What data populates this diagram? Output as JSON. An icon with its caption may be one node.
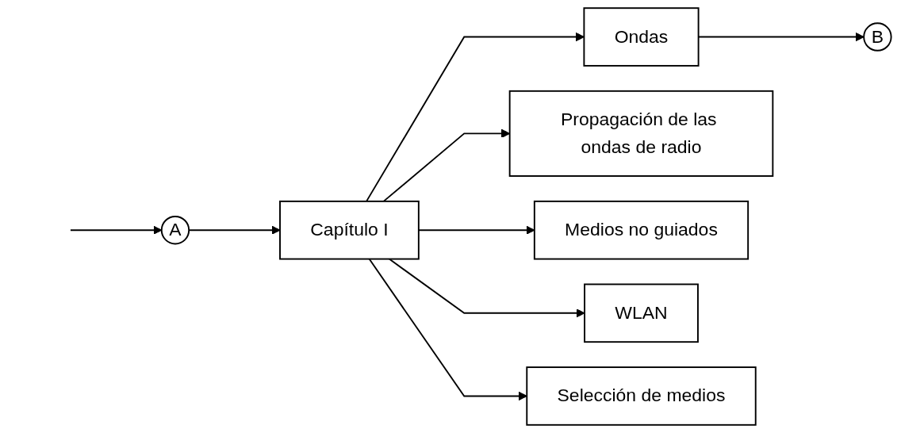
{
  "diagram": {
    "nodes": [
      {
        "text": [
          "A"
        ]
      },
      {
        "text": [
          "Capítulo I"
        ]
      },
      {
        "text": [
          "Ondas"
        ]
      },
      {
        "text": [
          "B"
        ]
      },
      {
        "text": [
          "Propagación de las ondas de radio"
        ]
      },
      {
        "text": [
          "Medios no guiados"
        ]
      },
      {
        "text": [
          "WLAN"
        ]
      },
      {
        "text": [
          "Selección de medios"
        ]
      }
    ],
    "edges": [
      {
        "from": null,
        "to": 0,
        "arrow": "to"
      },
      {
        "from": 0,
        "to": 1,
        "arrow": "to"
      },
      {
        "from": 1,
        "to": 2,
        "arrow": "to"
      },
      {
        "from": 1,
        "to": 4,
        "arrow": "to"
      },
      {
        "from": 1,
        "to": 5,
        "arrow": "to"
      },
      {
        "from": 1,
        "to": 6,
        "arrow": "to"
      },
      {
        "from": 1,
        "to": 7,
        "arrow": "to"
      },
      {
        "from": 2,
        "to": 3,
        "arrow": "to"
      }
    ]
  }
}
